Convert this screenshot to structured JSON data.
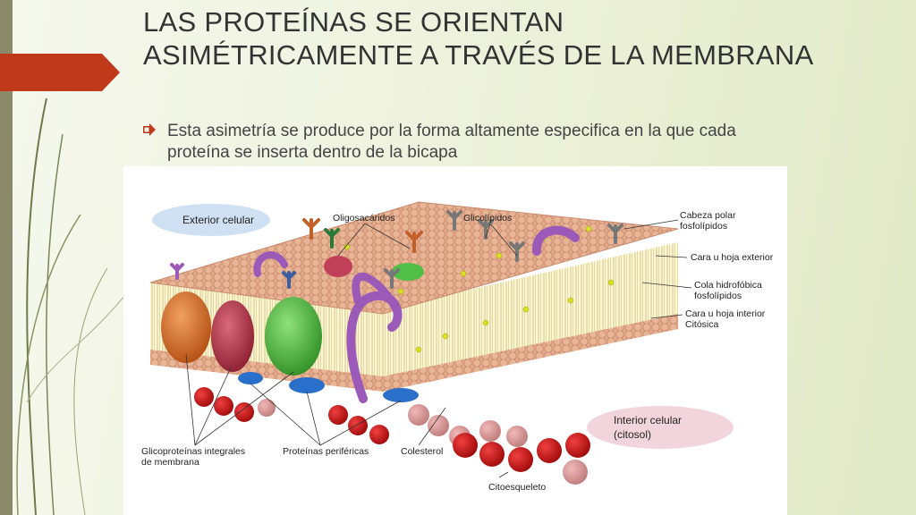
{
  "slide": {
    "title": "LAS PROTEÍNAS SE ORIENTAN ASIMÉTRICAMENTE A TRAVÉS DE LA MEMBRANA",
    "bullet": "Esta asimetría se produce por la forma altamente especifica en la que cada proteína se inserta dentro de la bicapa",
    "accent_color": "#c0391b"
  },
  "figure": {
    "exterior_label": "Exterior celular",
    "interior_label_1": "Interior celular",
    "interior_label_2": "(citosol)",
    "labels": {
      "oligosacaridos": "Oligosacáridos",
      "glicolipidos": "Glicolípidos",
      "cabeza_polar_1": "Cabeza polar",
      "cabeza_polar_2": "fosfolípidos",
      "cara_exterior": "Cara u hoja exterior",
      "cola_1": "Cola hidrofóbica",
      "cola_2": "fosfolípidos",
      "cara_interior_1": "Cara u hoja interior",
      "cara_interior_2": "Citósica",
      "glicoproteinas_1": "Glicoproteínas integrales",
      "glicoproteinas_2": "de membrana",
      "perifericas": "Proteínas periféricas",
      "colesterol": "Colesterol",
      "citoesqueleto": "Citoesqueleto"
    }
  }
}
